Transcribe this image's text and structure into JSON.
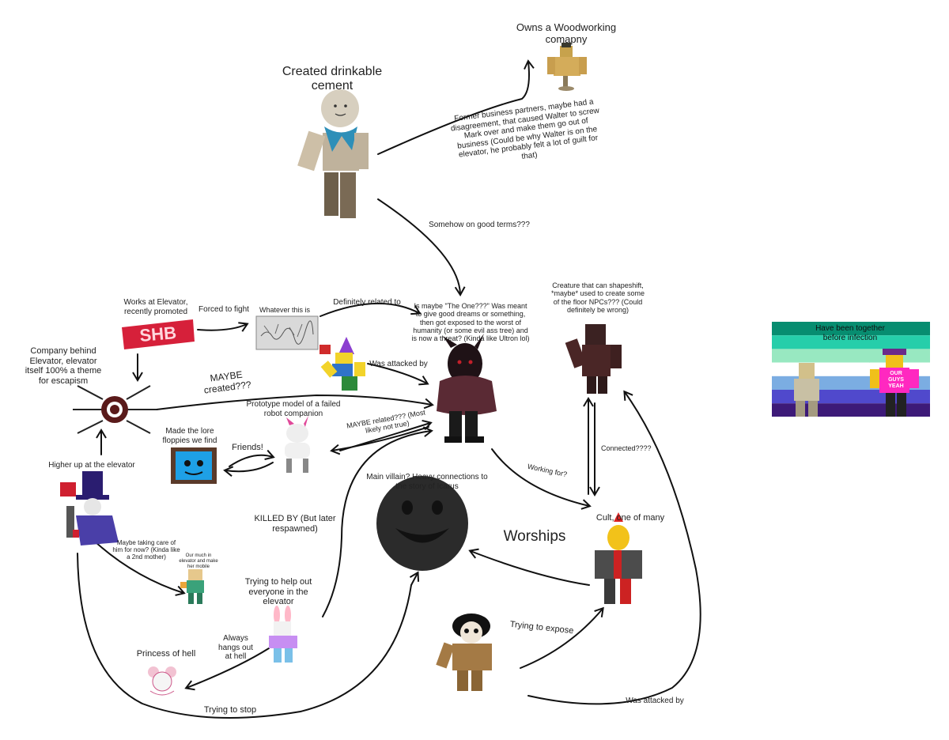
{
  "labels": {
    "created_cement": "Created drinkable cement",
    "woodworking": "Owns a Woodworking comapny",
    "former_partners": "Former business partners, maybe had a disagreement, that caused Walter to screw Mark over and make them go out of business (Could be why Walter is on the elevator, he probably felt a lot of guilt for that)",
    "good_terms": "Somehow on good terms???",
    "is_maybe_one": "Is maybe \"The One???\" Was meant to give good dreams or something, then got exposed to the worst of humanity (or some evil ass tree) and is now a threat? (Kinda like Ultron lol)",
    "creature": "Creature that can shapeshift, *maybe* used to create some of the floor NPCs??? (Could definitely be wrong)",
    "works_elevator": "Works at Elevator, recently promoted",
    "forced_fight": "Forced to fight",
    "whatever": "Whatever this is",
    "def_related": "Definitely related to",
    "was_attacked_1": "Was attacked by",
    "company_behind": "Company behind Elevator, elevator itself 100% a theme for escapism",
    "maybe_created": "MAYBE created???",
    "prototype": "Prototype model of a failed robot companion",
    "maybe_related": "MAYBE related??? (Most likely not true)",
    "made_lore": "Made the lore floppies we find",
    "friends": "Friends!",
    "higher_up": "Higher up at the elevator",
    "working_for": "Working for?",
    "connected": "Connected????",
    "main_villain": "Main villain? Heavy connections to the story of Icarus",
    "killed_by": "KILLED BY (But later respawned)",
    "worships": "Worships",
    "cult": "Cult, one of many",
    "taking_care": "Maybe taking care of him for now? (Kinda like a 2nd mother)",
    "our_much": "Our much in elevator and make her mobile",
    "trying_help": "Trying to help out everyone in the elevator",
    "always_hangs": "Always hangs out at hell",
    "princess": "Princess of hell",
    "trying_expose": "Trying to expose",
    "trying_stop": "Trying to stop",
    "was_attacked_2": "Was attacked by",
    "together": "Have been together before infection",
    "shb_logo": "SHB",
    "shirt_text": "OUR GUYS YEAH"
  },
  "colors": {
    "flag": [
      "#078d70",
      "#26ceaa",
      "#98e8c1",
      "#ffffff",
      "#7bade2",
      "#5049cc",
      "#3d1a78"
    ],
    "shb_red": "#d6203a",
    "stroke": "#111111"
  },
  "icons": [
    "mark-figure-icon",
    "walter-figure-icon",
    "evil-figure-icon",
    "creature-figure-icon",
    "shb-logo-icon",
    "sketch-image-icon",
    "party-hat-figure-icon",
    "eye-sigil-icon",
    "tv-figure-icon",
    "robot-dog-icon",
    "tophat-figure-icon",
    "smiling-moon-icon",
    "chicken-head-figure-icon",
    "small-robot-icon",
    "bunny-figure-icon",
    "mouse-princess-icon",
    "dark-hair-figure-icon",
    "pride-flag-icon"
  ]
}
